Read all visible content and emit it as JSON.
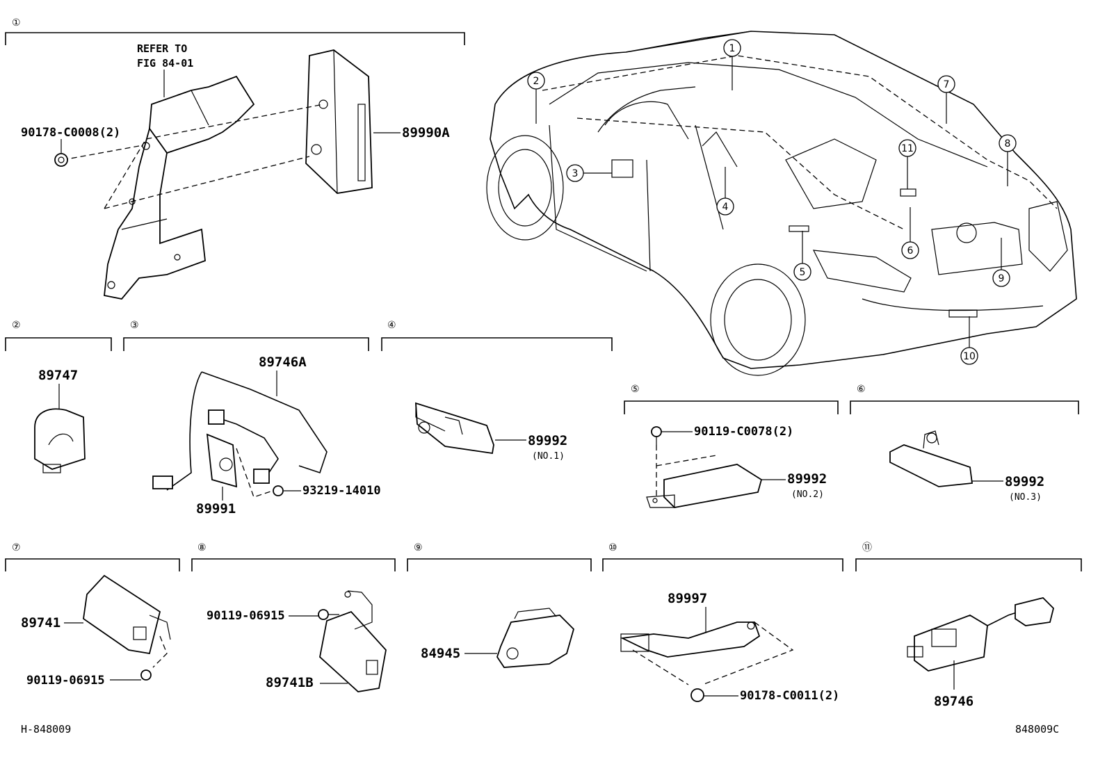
{
  "sections": [
    {
      "num": "①",
      "parts": [
        "90178-C0008(2)",
        "89990A"
      ],
      "note": [
        "REFER TO",
        "FIG 84-01"
      ]
    },
    {
      "num": "②",
      "parts": [
        "89747"
      ]
    },
    {
      "num": "③",
      "parts": [
        "89746A",
        "89991",
        "93219-14010"
      ]
    },
    {
      "num": "④",
      "parts": [
        "89992",
        "(NO.1)"
      ]
    },
    {
      "num": "⑤",
      "parts": [
        "90119-C0078(2)",
        "89992",
        "(NO.2)"
      ]
    },
    {
      "num": "⑥",
      "parts": [
        "89992",
        "(NO.3)"
      ]
    },
    {
      "num": "⑦",
      "parts": [
        "89741",
        "90119-06915"
      ]
    },
    {
      "num": "⑧",
      "parts": [
        "90119-06915",
        "89741B"
      ]
    },
    {
      "num": "⑨",
      "parts": [
        "84945"
      ]
    },
    {
      "num": "⑩",
      "parts": [
        "89997",
        "90178-C0011(2)"
      ]
    },
    {
      "num": "⑪",
      "parts": [
        "89746"
      ]
    }
  ],
  "car_callouts": [
    "1",
    "2",
    "3",
    "4",
    "5",
    "6",
    "7",
    "8",
    "9",
    "10",
    "11"
  ],
  "footer": {
    "left": "H-848009",
    "right": "848009C"
  }
}
